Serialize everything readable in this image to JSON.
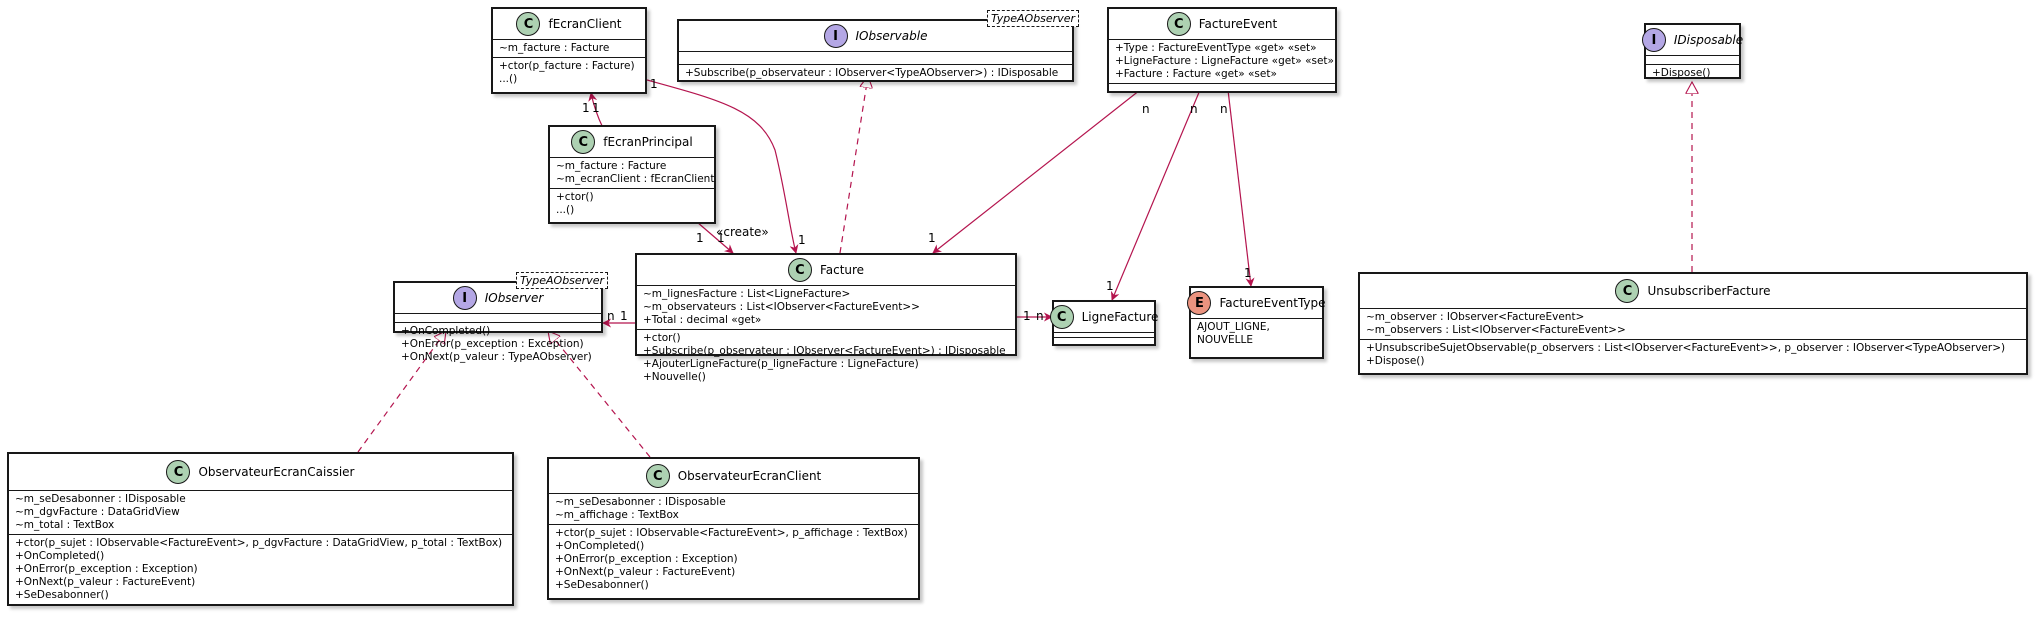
{
  "classes": {
    "fEcranClient": {
      "name": "fEcranClient",
      "kind": "C",
      "attrs": [
        "~m_facture : Facture"
      ],
      "methods": [
        "+ctor(p_facture : Facture)",
        "...()"
      ]
    },
    "IObservable": {
      "name": "IObservable",
      "kind": "I",
      "generic": "TypeAObserver",
      "attrs": [],
      "methods": [
        "+Subscribe(p_observateur : IObserver<TypeAObserver>) : IDisposable"
      ]
    },
    "FactureEvent": {
      "name": "FactureEvent",
      "kind": "C",
      "attrs": [
        "+Type : FactureEventType «get» «set»",
        "+LigneFacture : LigneFacture «get» «set»",
        "+Facture : Facture «get» «set»"
      ],
      "methods": []
    },
    "IDisposable": {
      "name": "IDisposable",
      "kind": "I",
      "attrs": [],
      "methods": [
        "+Dispose()"
      ]
    },
    "fEcranPrincipal": {
      "name": "fEcranPrincipal",
      "kind": "C",
      "attrs": [
        "~m_facture : Facture",
        "~m_ecranClient : fEcranClient"
      ],
      "methods": [
        "+ctor()",
        "...()"
      ]
    },
    "Facture": {
      "name": "Facture",
      "kind": "C",
      "attrs": [
        "~m_lignesFacture : List<LigneFacture>",
        "~m_observateurs : List<IObserver<FactureEvent>>",
        "+Total : decimal «get»"
      ],
      "methods": [
        "+ctor()",
        "+Subscribe(p_observateur : IObserver<FactureEvent>) : IDisposable",
        "+AjouterLigneFacture(p_ligneFacture : LigneFacture)",
        "+Nouvelle()"
      ]
    },
    "IObserver": {
      "name": "IObserver",
      "kind": "I",
      "generic": "TypeAObserver",
      "attrs": [],
      "methods": [
        "+OnCompleted()",
        "+OnError(p_exception : Exception)",
        "+OnNext(p_valeur : TypeAObserver)"
      ]
    },
    "LigneFacture": {
      "name": "LigneFacture",
      "kind": "C",
      "attrs": [],
      "methods": []
    },
    "FactureEventType": {
      "name": "FactureEventType",
      "kind": "E",
      "attrs": [
        "AJOUT_LIGNE,",
        "NOUVELLE"
      ],
      "methods": []
    },
    "UnsubscriberFacture": {
      "name": "UnsubscriberFacture",
      "kind": "C",
      "attrs": [
        "~m_observer : IObserver<FactureEvent>",
        "~m_observers : List<IObserver<FactureEvent>>"
      ],
      "methods": [
        "+UnsubscribeSujetObservable(p_observers : List<IObserver<FactureEvent>>, p_observer : IObserver<TypeAObserver>)",
        "+Dispose()"
      ]
    },
    "ObservateurEcranCaissier": {
      "name": "ObservateurEcranCaissier",
      "kind": "C",
      "attrs": [
        "~m_seDesabonner : IDisposable",
        "~m_dgvFacture : DataGridView",
        "~m_total : TextBox"
      ],
      "methods": [
        "+ctor(p_sujet : IObservable<FactureEvent>, p_dgvFacture : DataGridView, p_total : TextBox)",
        "+OnCompleted()",
        "+OnError(p_exception : Exception)",
        "+OnNext(p_valeur : FactureEvent)",
        "+SeDesabonner()"
      ]
    },
    "ObservateurEcranClient": {
      "name": "ObservateurEcranClient",
      "kind": "C",
      "attrs": [
        "~m_seDesabonner : IDisposable",
        "~m_affichage : TextBox"
      ],
      "methods": [
        "+ctor(p_sujet : IObservable<FactureEvent>, p_affichage : TextBox)",
        "+OnCompleted()",
        "+OnError(p_exception : Exception)",
        "+OnNext(p_valeur : FactureEvent)",
        "+SeDesabonner()"
      ]
    }
  },
  "relations": {
    "client_principal": {
      "near_client": "1",
      "near_principal": "1"
    },
    "client_facture": {
      "near_client": "1",
      "near_facture": "1"
    },
    "principal_facture": {
      "near_principal": "1",
      "near_facture": "1",
      "stereotype": "«create»"
    },
    "event_facture": {
      "near_event": "n",
      "near_facture": "1"
    },
    "event_ligne": {
      "near_event": "n",
      "near_ligne": "1"
    },
    "event_type": {
      "near_event": "n",
      "near_type": "1"
    },
    "facture_observer": {
      "near_facture": "1",
      "near_observer": "n"
    },
    "facture_ligne": {
      "near_facture": "1",
      "near_ligne": "n"
    }
  },
  "colors": {
    "association": "#b4144e",
    "realization": "#b4144e",
    "border": "#181818",
    "class_badge": "#add1b2",
    "interface_badge": "#b4a7e5",
    "enum_badge": "#eb937f"
  }
}
